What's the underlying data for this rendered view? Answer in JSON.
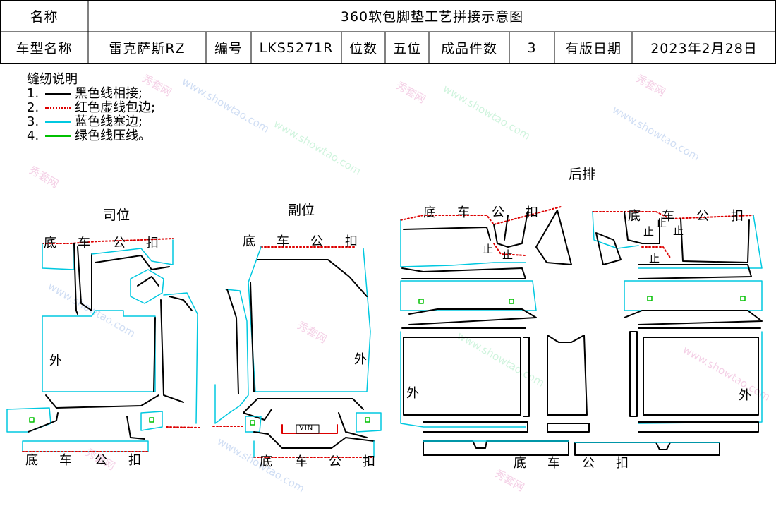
{
  "header": {
    "name_label": "名称",
    "title": "360软包脚垫工艺拼接示意图",
    "row2": [
      {
        "key": "model_label",
        "text": "车型名称"
      },
      {
        "key": "model_value",
        "text": "雷克萨斯RZ"
      },
      {
        "key": "code_label",
        "text": "编号"
      },
      {
        "key": "code_value",
        "text": "LKS5271R"
      },
      {
        "key": "seats_label",
        "text": "位数"
      },
      {
        "key": "seats_value",
        "text": "五位"
      },
      {
        "key": "pieces_label",
        "text": "成品件数"
      },
      {
        "key": "pieces_value",
        "text": "3"
      },
      {
        "key": "date_label",
        "text": "有版日期"
      },
      {
        "key": "date_value",
        "text": "2023年2月28日"
      }
    ]
  },
  "legend": {
    "title": "缝纫说明",
    "items": [
      {
        "num": "1.",
        "text": "黑色线相接;",
        "color": "#000000",
        "style": "solid"
      },
      {
        "num": "2.",
        "text": "红色虚线包边;",
        "color": "#dd0000",
        "style": "dotted"
      },
      {
        "num": "3.",
        "text": "蓝色线塞边;",
        "color": "#00c8e0",
        "style": "solid"
      },
      {
        "num": "4.",
        "text": "绿色线压线。",
        "color": "#00c000",
        "style": "solid"
      }
    ]
  },
  "sections": {
    "driver": "司位",
    "passenger": "副位",
    "rear": "后排"
  },
  "labels": {
    "di": "底",
    "che": "车",
    "gong": "公",
    "kou": "扣",
    "wai": "外",
    "zhi": "止",
    "vin": "VIN"
  },
  "watermark": {
    "brand": "秀套网",
    "url": "www.showtao.com"
  },
  "colors": {
    "black": "#000000",
    "red": "#dd0000",
    "cyan": "#00c8e0",
    "green": "#00c000"
  }
}
